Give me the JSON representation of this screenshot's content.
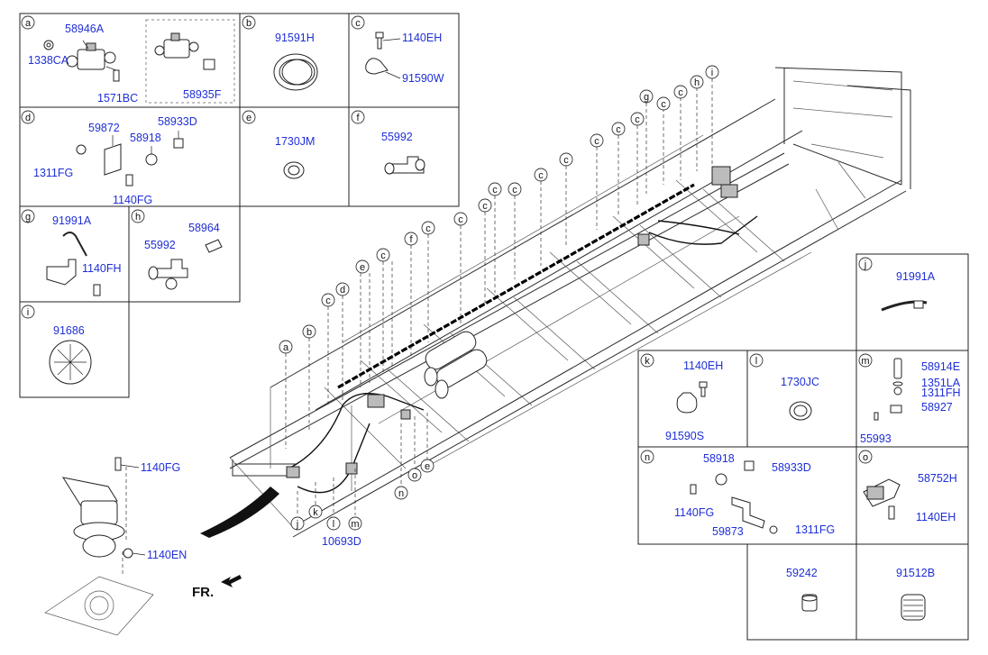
{
  "callouts": {
    "a": "a",
    "b": "b",
    "c": "c",
    "d": "d",
    "e": "e",
    "f": "f",
    "g": "g",
    "h": "h",
    "i": "i",
    "j": "j",
    "k": "k",
    "l": "l",
    "m": "m",
    "n": "n",
    "o": "o"
  },
  "panels": {
    "a": {
      "parts": [
        "58946A",
        "1338CA",
        "1571BC",
        "58935F"
      ]
    },
    "b": {
      "parts": [
        "91591H"
      ]
    },
    "c": {
      "parts": [
        "1140EH",
        "91590W"
      ]
    },
    "d": {
      "parts": [
        "59872",
        "58933D",
        "58918",
        "1311FG",
        "1140FG"
      ]
    },
    "e": {
      "parts": [
        "1730JM"
      ]
    },
    "f": {
      "parts": [
        "55992"
      ]
    },
    "g": {
      "parts": [
        "91991A",
        "1140FH"
      ]
    },
    "h": {
      "parts": [
        "58964",
        "55992"
      ]
    },
    "i": {
      "parts": [
        "91686"
      ]
    },
    "j": {
      "parts": [
        "91991A"
      ]
    },
    "k": {
      "parts": [
        "1140EH",
        "91590S"
      ]
    },
    "l": {
      "parts": [
        "1730JC"
      ]
    },
    "m": {
      "parts": [
        "58914E",
        "1351LA",
        "1311FH",
        "58927",
        "55993"
      ]
    },
    "n": {
      "parts": [
        "58918",
        "58933D",
        "1140FG",
        "59873",
        "1311FG"
      ]
    },
    "o": {
      "parts": [
        "58752H",
        "1140EH"
      ]
    },
    "p1": {
      "parts": [
        "59242"
      ]
    },
    "p2": {
      "parts": [
        "91512B"
      ]
    }
  },
  "main": {
    "parts": [
      "1140FG",
      "1140EN",
      "10693D"
    ],
    "front_label": "FR."
  }
}
